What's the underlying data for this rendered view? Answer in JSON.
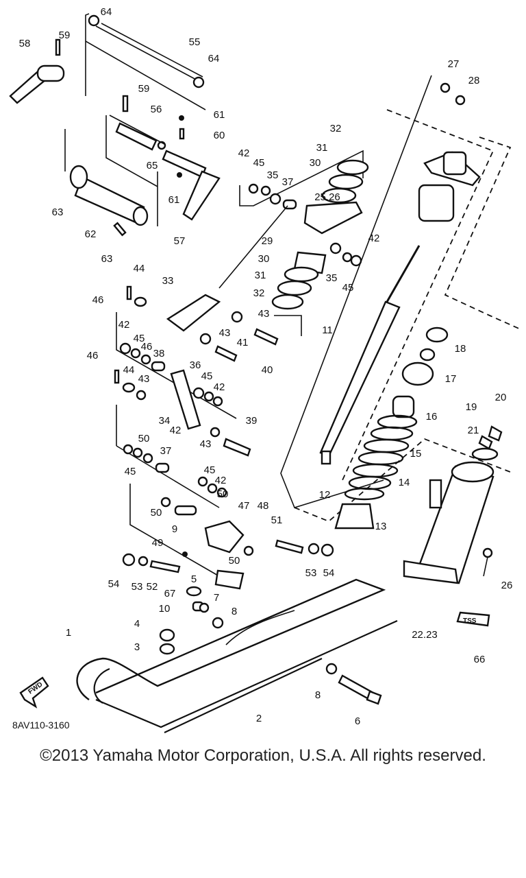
{
  "diagram_code": "8AV110-3160",
  "copyright": "©2013 Yamaha Motor Corporation, U.S.A. All rights reserved.",
  "fwd_label": "FWD",
  "tss_label": "TSS",
  "callouts": [
    "64",
    "55",
    "64",
    "59",
    "58",
    "59",
    "56",
    "61",
    "60",
    "65",
    "61",
    "57",
    "63",
    "62",
    "63",
    "42",
    "45",
    "35",
    "37",
    "25.26",
    "32",
    "31",
    "30",
    "42",
    "29",
    "30",
    "31",
    "32",
    "35",
    "45",
    "27",
    "28",
    "11",
    "44",
    "33",
    "46",
    "43",
    "43",
    "41",
    "40",
    "42",
    "45",
    "46",
    "38",
    "46",
    "44",
    "43",
    "36",
    "45",
    "42",
    "34",
    "39",
    "43",
    "18",
    "17",
    "16",
    "15",
    "14",
    "13",
    "12",
    "20",
    "19",
    "21",
    "42",
    "50",
    "37",
    "45",
    "50",
    "45",
    "42",
    "50",
    "9",
    "47",
    "48",
    "51",
    "49",
    "50",
    "53",
    "54",
    "54",
    "53",
    "52",
    "5",
    "67",
    "7",
    "10",
    "8",
    "4",
    "3",
    "1",
    "8",
    "2",
    "6",
    "22.23",
    "66",
    "26"
  ]
}
